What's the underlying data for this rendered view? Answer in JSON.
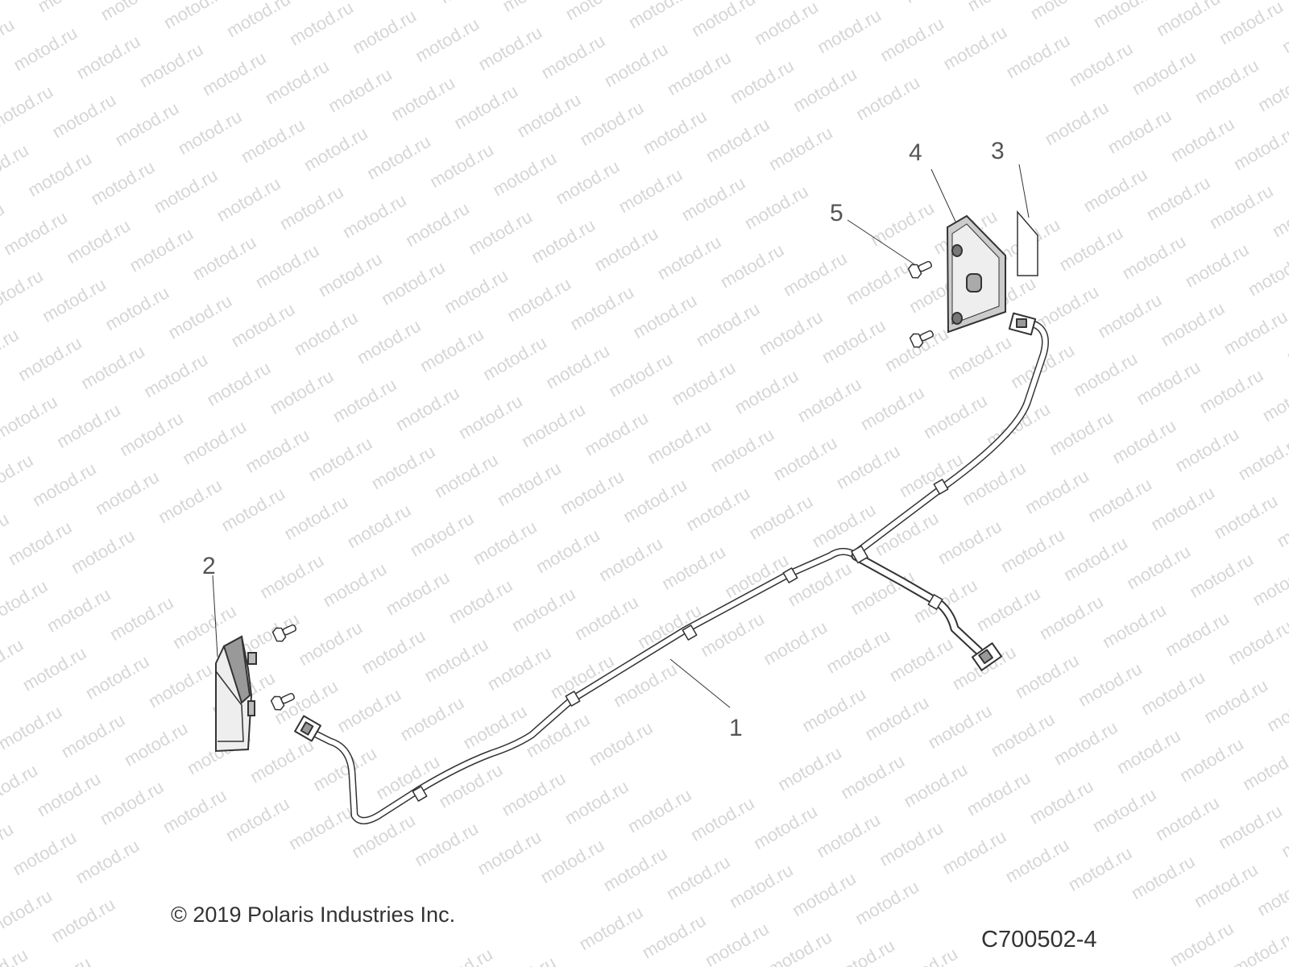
{
  "watermark": "motod.ru",
  "callouts": [
    {
      "label": "1",
      "part": "wiring-harness"
    },
    {
      "label": "2",
      "part": "left-cover"
    },
    {
      "label": "3",
      "part": "reflector-decal"
    },
    {
      "label": "4",
      "part": "right-cover"
    },
    {
      "label": "5",
      "part": "screw"
    }
  ],
  "footer": {
    "copyright": "© 2019 Polaris Industries Inc.",
    "diagram_code": "C700502-4"
  },
  "colors": {
    "line": "#333333",
    "watermark": "#d6d6d6",
    "part_fill": "#e8e8e8"
  }
}
